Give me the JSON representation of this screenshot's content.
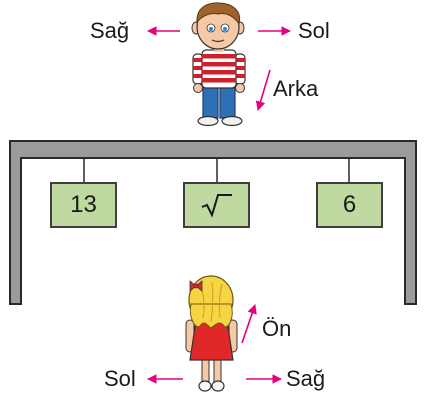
{
  "top_child": {
    "left_label": "Sağ",
    "right_label": "Sol",
    "back_label": "Arka",
    "arrow_color": "#e6007e"
  },
  "bottom_child": {
    "left_label": "Sol",
    "right_label": "Sağ",
    "front_label": "Ön",
    "arrow_color": "#e6007e"
  },
  "cards": [
    {
      "text": "13"
    },
    {
      "text": "",
      "icon": "square-root-icon"
    },
    {
      "text": "6"
    }
  ],
  "colors": {
    "card_fill": "#bfd9a0",
    "frame_fill": "#9b9b9b",
    "boy_shirt_stripes": [
      "#d0202a",
      "#ffffff"
    ],
    "boy_pants": "#2f6fb5",
    "girl_dress": "#e02828",
    "girl_hair": "#f6d443"
  }
}
